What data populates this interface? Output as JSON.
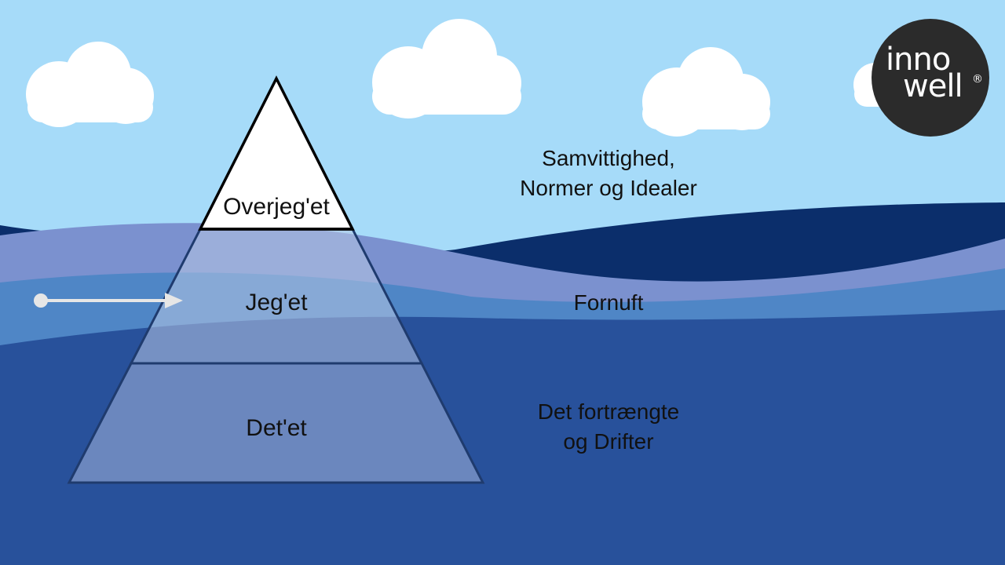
{
  "logo": {
    "line1": "inno",
    "line2": "well",
    "registered": "®"
  },
  "iceberg": {
    "top_label": "Overjeg'et",
    "middle_label": "Jeg'et",
    "bottom_label": "Det'et"
  },
  "descriptions": {
    "top_line1": "Samvittighed,",
    "top_line2": "Normer og Idealer",
    "middle": "Fornuft",
    "bottom_line1": "Det fortrængte",
    "bottom_line2": "og Drifter"
  },
  "colors": {
    "sky": "#a6dbf9",
    "cloud": "#ffffff",
    "wave_dark": "#0b2e6b",
    "wave_light": "#7b91cf",
    "water_mid": "#4f86c6",
    "water_deep": "#28519b",
    "logo_bg": "#2b2b2b"
  }
}
